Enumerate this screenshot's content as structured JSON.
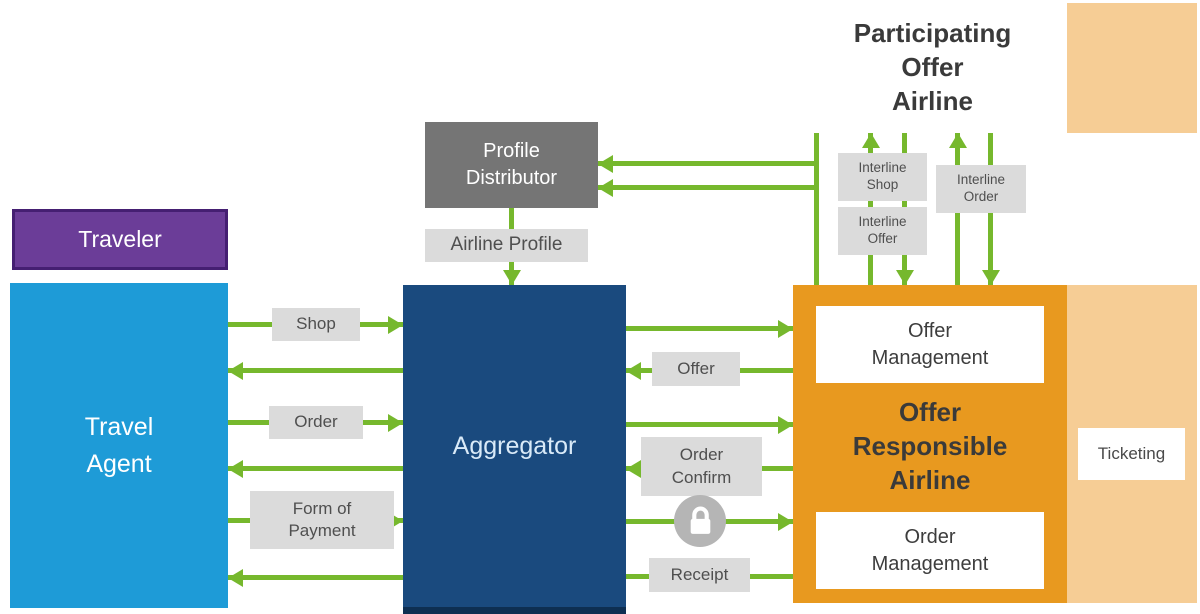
{
  "boxes": {
    "traveler": "Traveler",
    "travel_agent": "Travel\nAgent",
    "aggregator": "Aggregator",
    "profile_distributor": "Profile\nDistributor",
    "airline_profile": "Airline Profile",
    "participating_offer_airline": "Participating\nOffer\nAirline",
    "offer_responsible_airline": "Offer\nResponsible\nAirline",
    "offer_management": "Offer\nManagement",
    "order_management": "Order\nManagement",
    "ticketing": "Ticketing"
  },
  "flows": {
    "shop": "Shop",
    "order": "Order",
    "form_of_payment": "Form of\nPayment",
    "offer": "Offer",
    "order_confirm": "Order\nConfirm",
    "receipt": "Receipt"
  },
  "interline": {
    "shop": "Interline\nShop",
    "offer": "Interline\nOffer",
    "order": "Interline\nOrder"
  },
  "icons": {
    "lock": "lock-icon"
  },
  "colors": {
    "green": "#76B82D",
    "orange": "#E8991F",
    "light_orange": "#F6CD95",
    "purple": "#6B3D98",
    "purple_dark": "#451F72",
    "blue": "#1E9BD7",
    "navy": "#1A4A7E",
    "navy_dark": "#0E2F52",
    "gray": "#757575",
    "chip": "#DBDBDB",
    "chip_text": "#4F4F4F",
    "lock": "#B5B5B5"
  }
}
